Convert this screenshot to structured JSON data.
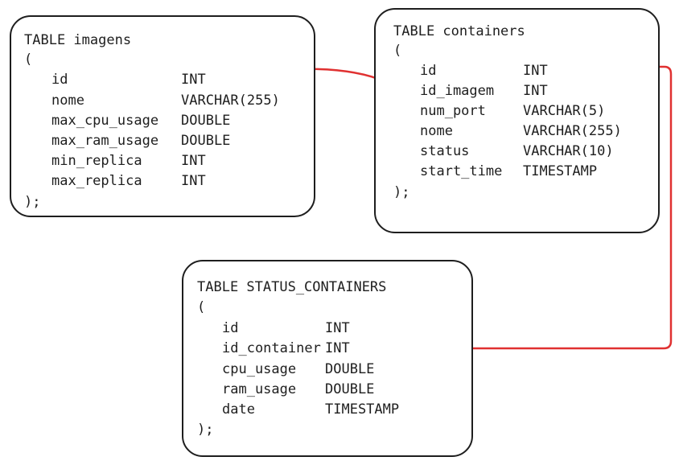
{
  "colors": {
    "stroke": "#1e1e1e",
    "arrow": "#e03131"
  },
  "tables": [
    {
      "title": "TABLE imagens",
      "open": "(",
      "close": ");",
      "columns": [
        {
          "name": "id",
          "type": "INT"
        },
        {
          "name": "nome",
          "type": "VARCHAR(255)"
        },
        {
          "name": "max_cpu_usage",
          "type": "DOUBLE"
        },
        {
          "name": "max_ram_usage",
          "type": "DOUBLE"
        },
        {
          "name": "min_replica",
          "type": "INT"
        },
        {
          "name": "max_replica",
          "type": "INT"
        }
      ]
    },
    {
      "title": "TABLE containers",
      "open": "(",
      "close": ");",
      "columns": [
        {
          "name": "id",
          "type": "INT"
        },
        {
          "name": "id_imagem",
          "type": "INT"
        },
        {
          "name": "num_port",
          "type": "VARCHAR(5)"
        },
        {
          "name": "nome",
          "type": "VARCHAR(255)"
        },
        {
          "name": "status",
          "type": "VARCHAR(10)"
        },
        {
          "name": "start_time",
          "type": "TIMESTAMP"
        }
      ]
    },
    {
      "title": "TABLE STATUS_CONTAINERS",
      "open": "(",
      "close": ");",
      "columns": [
        {
          "name": "id",
          "type": "INT"
        },
        {
          "name": "id_container",
          "type": "INT"
        },
        {
          "name": "cpu_usage",
          "type": "DOUBLE"
        },
        {
          "name": "ram_usage",
          "type": "DOUBLE"
        },
        {
          "name": "date",
          "type": "TIMESTAMP"
        }
      ]
    }
  ]
}
